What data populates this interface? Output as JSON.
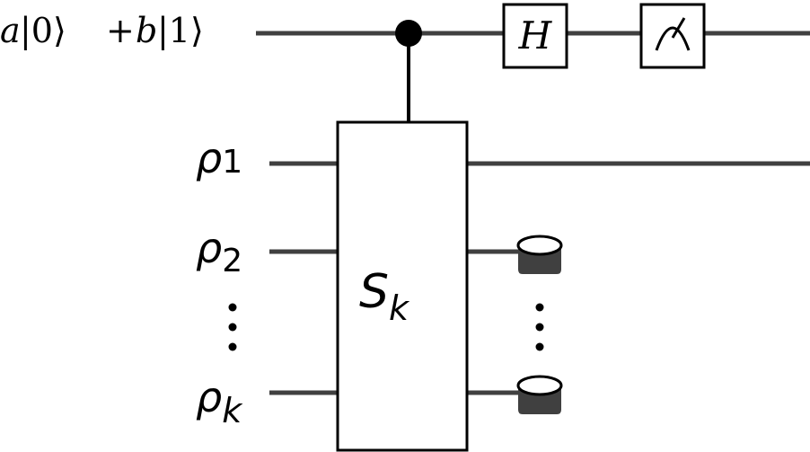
{
  "diagram": {
    "input_state": {
      "coef_a": "a",
      "ket_0": "|0⟩",
      "plus": "+",
      "coef_b": "b",
      "ket_1": "|1⟩"
    },
    "inputs": [
      {
        "symbol": "ρ",
        "subscript": "1"
      },
      {
        "symbol": "ρ",
        "subscript": "2"
      },
      {
        "symbol": "ρ",
        "subscript": "k"
      }
    ],
    "ellipsis": "⋮",
    "gates": {
      "controlled_unitary": {
        "symbol": "S",
        "subscript": "k"
      },
      "hadamard": "H",
      "measurement": "measurement-meter"
    },
    "traced_out_icon": "trash-bin",
    "colors": {
      "wire": "#404040",
      "outline": "#000000",
      "bin_fill": "#404040",
      "background": "#ffffff"
    }
  }
}
